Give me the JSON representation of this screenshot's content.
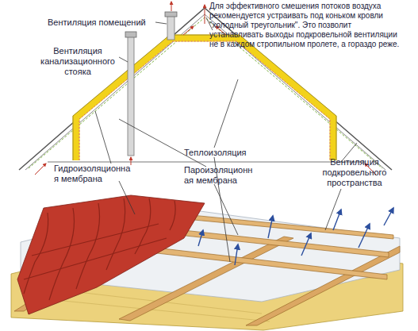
{
  "diagram": {
    "labels": [
      "Вентиляция помещений",
      "Вентиляция канализационного стояка",
      "Для эффективного смешения потоков воздуха рекомендуется устраивать под коньком кровли \"холодный треугольник\". Это позволит устанавливать выходы подкровельной вентиляции не в каждом стропильном пролете, а гораздо реже.",
      "Теплоизоляция",
      "Гидроизоляционна я мембрана",
      "Пароизоляционн ая мембрана",
      "Вентиляция подкровельного пространства"
    ]
  }
}
